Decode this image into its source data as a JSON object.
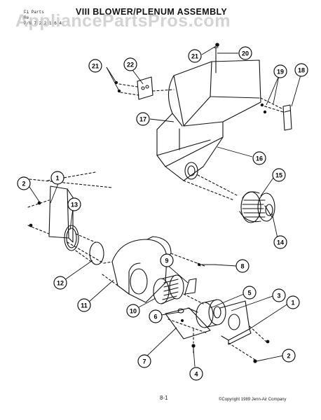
{
  "header": {
    "line1": "Fi   Parts",
    "line2": "Re    ",
    "line3": "P/N 7 2 2 1 6 4",
    "title": "VIII  BLOWER/PLENUM ASSEMBLY"
  },
  "watermark": "AppliancePartsPros.com",
  "callouts": {
    "c1a": "1",
    "c1b": "1",
    "c2a": "2",
    "c2b": "2",
    "c3": "3",
    "c4": "4",
    "c5": "5",
    "c6": "6",
    "c7": "7",
    "c8": "8",
    "c9": "9",
    "c10": "10",
    "c11": "11",
    "c12": "12",
    "c13": "13",
    "c14": "14",
    "c15": "15",
    "c16": "16",
    "c17": "17",
    "c18": "18",
    "c19": "19",
    "c20": "20",
    "c21a": "21",
    "c21b": "21",
    "c22": "22"
  },
  "footer": {
    "page": "8-1",
    "copyright": "©Copyright 1989 Jenn-Air Company"
  }
}
